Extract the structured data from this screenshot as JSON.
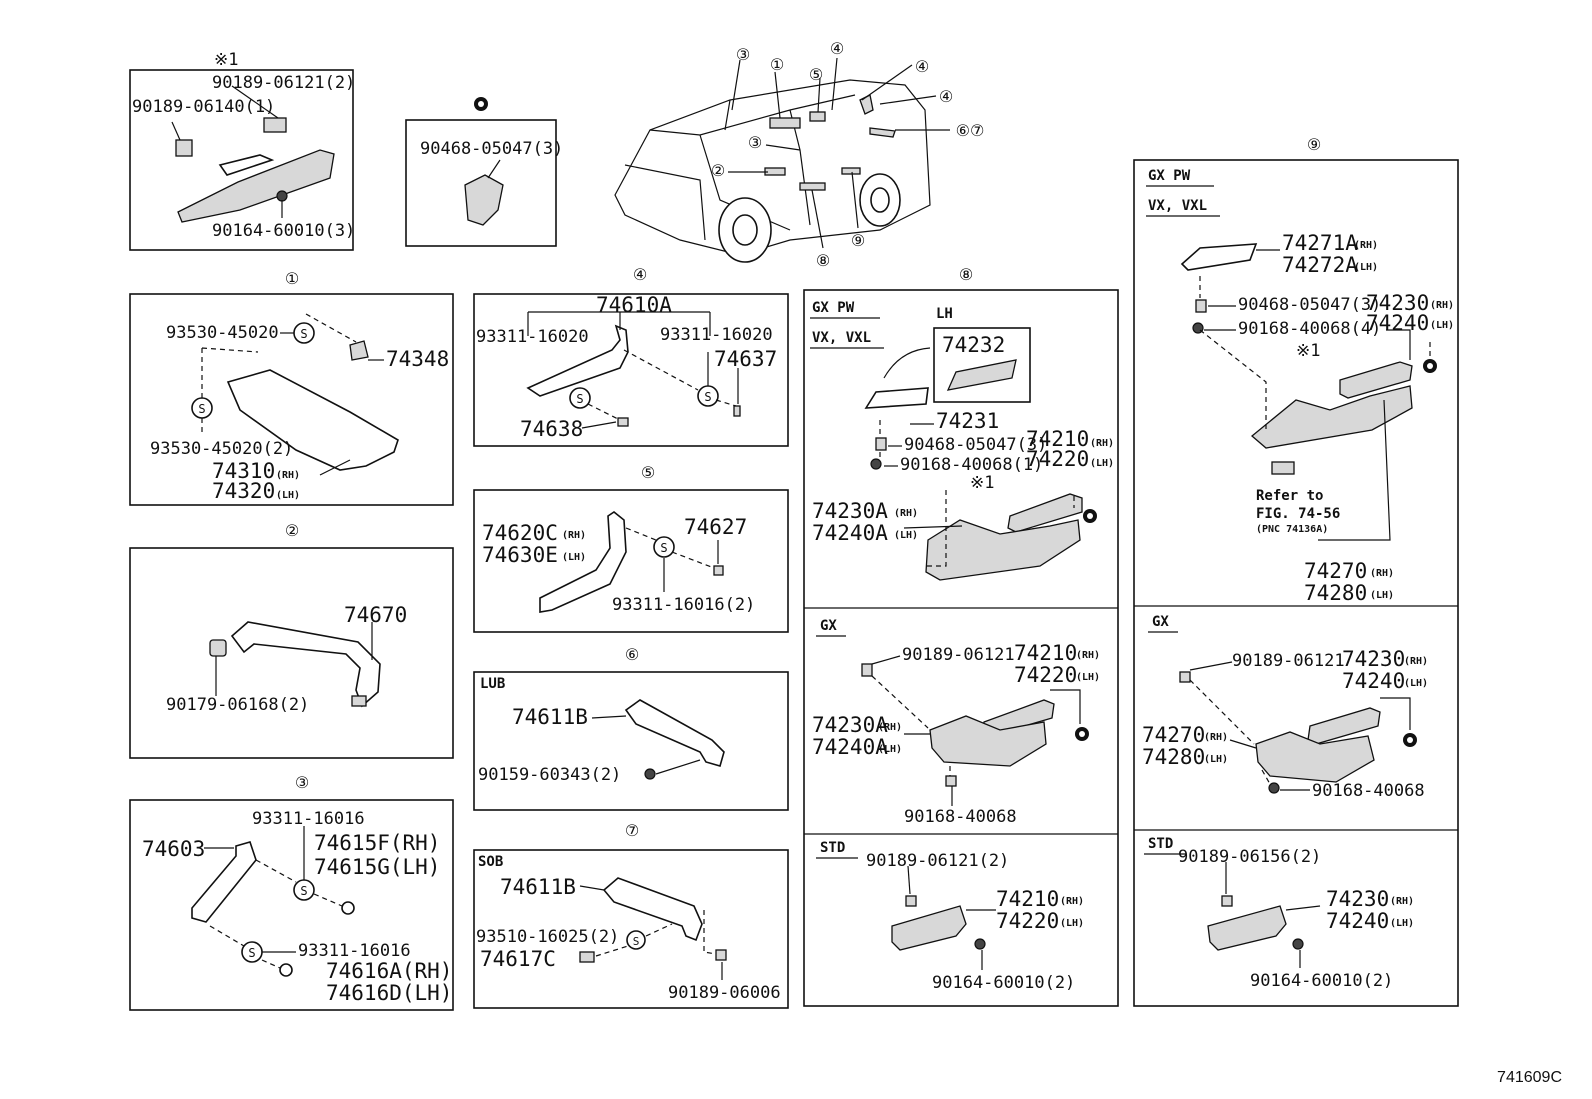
{
  "figure_code": "741609C",
  "overview": {
    "callouts": [
      "③",
      "①",
      "④",
      "⑤",
      "④",
      "④",
      "③",
      "②",
      "⑥⑦",
      "⑧",
      "⑨"
    ]
  },
  "note_box": {
    "mark": "※1",
    "p1": "90189-06121(2)",
    "p2": "90189-06140(1)",
    "p3": "90164-60010(3)"
  },
  "clip_box": {
    "p1": "90468-05047(3)"
  },
  "s1": {
    "num": "①",
    "p1": "93530-45020",
    "p2": "74348",
    "p3": "93530-45020(2)",
    "p4": "74310",
    "p5": "74320",
    "rh": "(RH)",
    "lh": "(LH)"
  },
  "s2": {
    "num": "②",
    "p1": "74670",
    "p2": "90179-06168(2)"
  },
  "s3": {
    "num": "③",
    "p1": "93311-16016",
    "p2": "74603",
    "p3": "74615F(RH)",
    "p4": "74615G(LH)",
    "p5": "93311-16016",
    "p6": "74616A(RH)",
    "p7": "74616D(LH)"
  },
  "s4": {
    "num": "④",
    "p1": "74610A",
    "p2": "93311-16020",
    "p3": "93311-16020",
    "p4": "74637",
    "p5": "74638"
  },
  "s5": {
    "num": "⑤",
    "p1": "74620C",
    "p2": "74630E",
    "p3": "74627",
    "p4": "93311-16016(2)",
    "rh": "(RH)",
    "lh": "(LH)"
  },
  "s6": {
    "num": "⑥",
    "hdr": "LUB",
    "p1": "74611B",
    "p2": "90159-60343(2)"
  },
  "s7": {
    "num": "⑦",
    "hdr": "SOB",
    "p1": "74611B",
    "p2": "93510-16025(2)",
    "p3": "74617C",
    "p4": "90189-06006"
  },
  "s8": {
    "num": "⑧",
    "hdr1": "GX  PW",
    "hdr2": "VX, VXL",
    "lh_hdr": "LH",
    "p1": "74232",
    "p2": "74231",
    "p3": "90468-05047(3)",
    "p4": "74210",
    "p5": "90168-40068(1)",
    "p6": "74220",
    "mark": "※1",
    "p7": "74230A",
    "p8": "74240A",
    "gx": "GX",
    "g1": "90189-06121",
    "g2": "74210",
    "g3": "74220",
    "g4": "74230A",
    "g5": "74240A",
    "g6": "90168-40068",
    "std": "STD",
    "t1": "90189-06121(2)",
    "t2": "74210",
    "t3": "74220",
    "t4": "90164-60010(2)",
    "rh": "(RH)",
    "lh": "(LH)"
  },
  "s9": {
    "num": "⑨",
    "hdr1": "GX  PW",
    "hdr2": "VX, VXL",
    "p1": "74271A",
    "p2": "74272A",
    "p3": "90468-05047(3)",
    "p4": "74230",
    "p5": "90168-40068(4)",
    "p6": "74240",
    "mark": "※1",
    "ref1": "Refer to",
    "ref2": "FIG. 74-56",
    "ref3": "(PNC 74136A)",
    "p7": "74270",
    "p8": "74280",
    "gx": "GX",
    "g1": "90189-06121",
    "g2": "74230",
    "g3": "74240",
    "g4": "74270",
    "g5": "74280",
    "g6": "90168-40068",
    "std": "STD",
    "t1": "90189-06156(2)",
    "t2": "74230",
    "t3": "74240",
    "t4": "90164-60010(2)",
    "rh": "(RH)",
    "lh": "(LH)"
  }
}
